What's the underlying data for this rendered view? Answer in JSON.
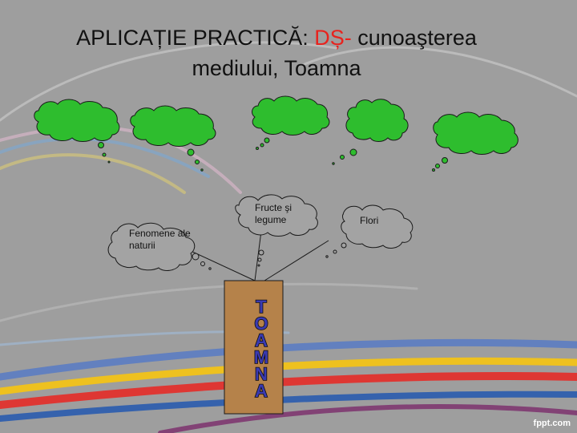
{
  "slide": {
    "title_line1_prefix": "APLICAȚIE PRACTICĂ:",
    "title_line1_accent": "DȘ-",
    "title_line1_suffix": "cunoaşterea",
    "title_line2": "mediului, Toamna",
    "labels": {
      "fenomene": "Fenomene ale naturii",
      "fructe": "Fructe şi legume",
      "flori": "Flori"
    },
    "trunk_word": "TOAMNA",
    "footer": "fppt.com"
  },
  "colors": {
    "background": "#9e9e9e",
    "cloud_green": "#2ebd2e",
    "cloud_gray": "#a3a3a3",
    "trunk": "#b5824a",
    "accent_red": "#e8231e"
  }
}
